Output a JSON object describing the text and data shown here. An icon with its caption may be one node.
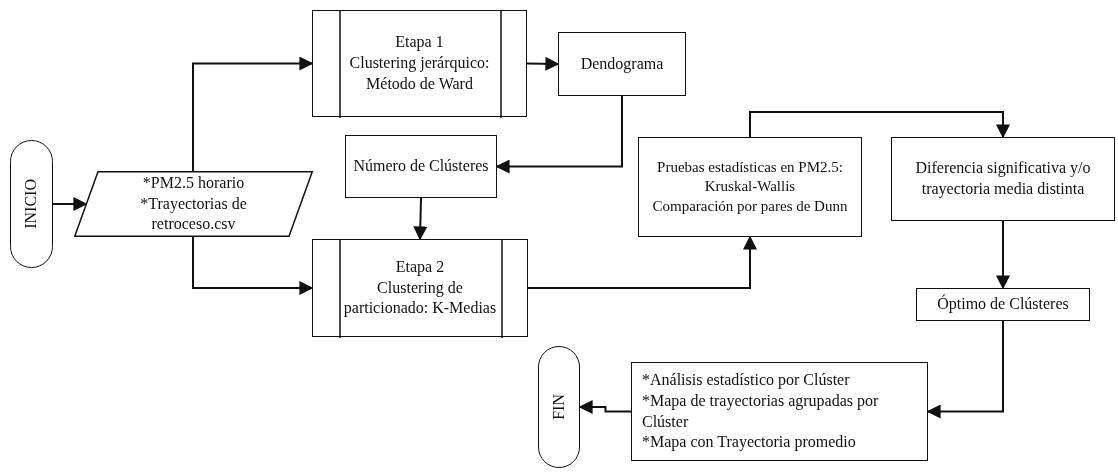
{
  "diagram": {
    "nodes": [
      {
        "text": [
          "INICIO"
        ]
      },
      {
        "text": [
          "*PM2.5 horario",
          "*Trayectorias de retroceso.csv"
        ]
      },
      {
        "text": [
          "Etapa 1",
          "Clustering jerárquico: Método de Ward"
        ]
      },
      {
        "text": [
          "Dendograma"
        ]
      },
      {
        "text": [
          "Número de Clústeres"
        ]
      },
      {
        "text": [
          "Etapa 2",
          "Clustering de particionado: K-Medias"
        ]
      },
      {
        "text": [
          "Pruebas estadísticas en PM2.5:",
          "Kruskal-Wallis",
          "Comparación por pares de Dunn"
        ]
      },
      {
        "text": [
          "Diferencia significativa y/o trayectoria media distinta"
        ]
      },
      {
        "text": [
          "Óptimo de Clústeres"
        ]
      },
      {
        "text": [
          "*Análisis estadístico por Clúster",
          "*Mapa de trayectorias agrupadas por Clúster",
          "*Mapa con Trayectoria promedio"
        ]
      },
      {
        "text": [
          "FIN"
        ]
      }
    ],
    "edges": [
      {
        "from": 0,
        "to": 1,
        "arrow": "to"
      },
      {
        "from": 1,
        "to": 2,
        "arrow": "to"
      },
      {
        "from": 1,
        "to": 5,
        "arrow": "to"
      },
      {
        "from": 2,
        "to": 3,
        "arrow": "to"
      },
      {
        "from": 3,
        "to": 4,
        "arrow": "to"
      },
      {
        "from": 4,
        "to": 5,
        "arrow": "to"
      },
      {
        "from": 5,
        "to": 6,
        "arrow": "to"
      },
      {
        "from": 6,
        "to": 7,
        "arrow": "to"
      },
      {
        "from": 7,
        "to": 8,
        "arrow": "to"
      },
      {
        "from": 8,
        "to": 9,
        "arrow": "to"
      },
      {
        "from": 9,
        "to": 10,
        "arrow": "to"
      }
    ]
  }
}
